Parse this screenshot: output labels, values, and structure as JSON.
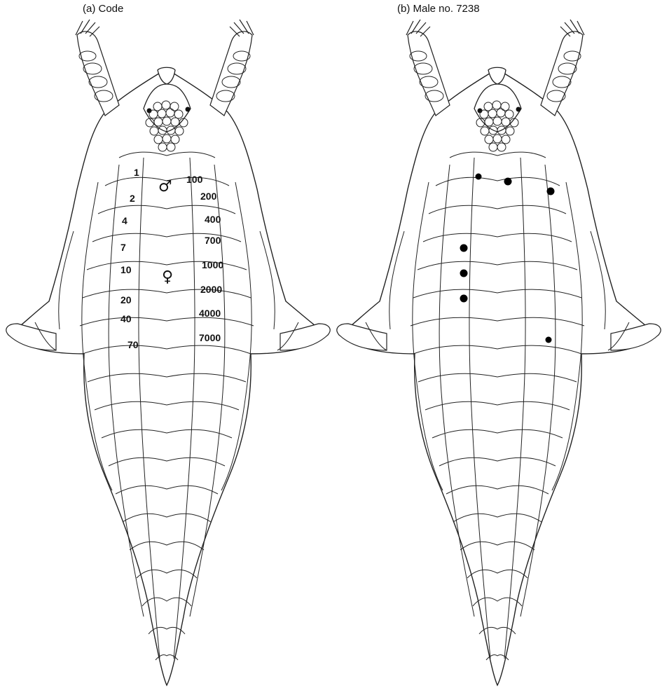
{
  "panels": [
    {
      "title": "(a) Code",
      "labels": [
        "1",
        "2",
        "4",
        "7",
        "10",
        "20",
        "40",
        "70",
        "100",
        "200",
        "400",
        "700",
        "1000",
        "2000",
        "4000",
        "7000"
      ],
      "symbols": {
        "male": "♂",
        "female": "♀"
      }
    },
    {
      "title": "(b) Male no. 7238",
      "marked_scales": 7
    }
  ],
  "colors": {
    "outline": "#222222",
    "mark": "#000000"
  }
}
